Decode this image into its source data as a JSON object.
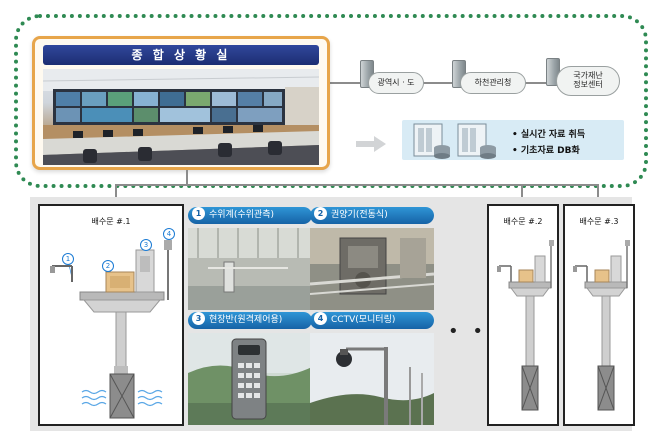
{
  "control_room": {
    "title": "종 합 상 황 실"
  },
  "agencies": [
    {
      "name": "광역시 · 도"
    },
    {
      "name": "하천관리청"
    },
    {
      "name": "국가재난\n정보센터"
    }
  ],
  "data_features": [
    "• 실시간 자료 취득",
    "• 기초자료 DB화"
  ],
  "stations": [
    {
      "label": "배수문 #.1"
    },
    {
      "label": "배수문 #.2"
    },
    {
      "label": "배수문 #.3"
    }
  ],
  "station_tags": [
    "1",
    "2",
    "3",
    "4"
  ],
  "sensors": [
    {
      "num": "1",
      "label": "수위계(수위관측)"
    },
    {
      "num": "2",
      "label": "권양기(전동식)"
    },
    {
      "num": "3",
      "label": "현장반(원격제어용)"
    },
    {
      "num": "4",
      "label": "CCTV(모니터링)"
    }
  ],
  "ellipsis": "• • •",
  "colors": {
    "boundary": "#2f8a53",
    "panel_border": "#e7a54a",
    "title_bar": "#1c2d72",
    "sensor_header": "#1662a6",
    "data_box": "#d8ebf5"
  }
}
